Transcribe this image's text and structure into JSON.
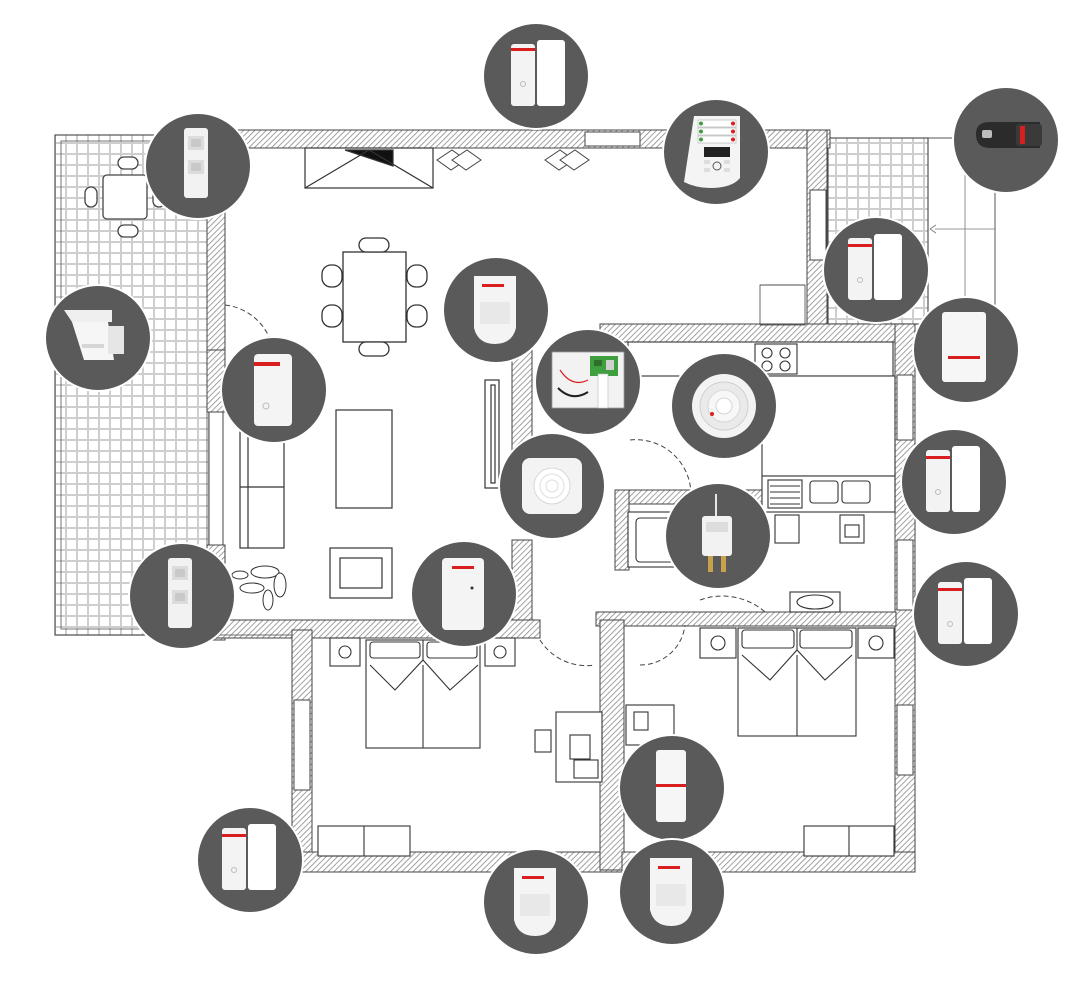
{
  "colors": {
    "background": "#ffffff",
    "wall_hatch": "#9a9a9a",
    "wall_outline": "#444444",
    "terrace_tile": "#c8c8c8",
    "device_badge": "#5a5a5a",
    "device_body": "#f3f3f3",
    "device_accent_red": "#d81e1e",
    "panel_board_green": "#3f9f3f"
  },
  "floor_plan": {
    "rooms": [
      "terrace-left",
      "terrace-right",
      "living-dining-room",
      "kitchen",
      "bathroom",
      "bedroom-left",
      "bedroom-right",
      "corridor"
    ]
  },
  "devices": [
    {
      "id": "dev-1",
      "name": "door-window-contact-top",
      "icon": "door-window-contact-icon"
    },
    {
      "id": "dev-2",
      "name": "keypad",
      "icon": "keypad-icon",
      "keypad_lines": [
        "",
        "",
        ""
      ]
    },
    {
      "id": "dev-3",
      "name": "outdoor-siren-wall",
      "icon": "wall-siren-icon"
    },
    {
      "id": "dev-4",
      "name": "outdoor-curtain-detector-terrace",
      "icon": "curtain-detector-icon"
    },
    {
      "id": "dev-5",
      "name": "outdoor-motion-detector-terrace",
      "icon": "outdoor-detector-icon"
    },
    {
      "id": "dev-6",
      "name": "door-window-contact-living",
      "icon": "door-window-contact-icon"
    },
    {
      "id": "dev-7",
      "name": "motion-detector-living",
      "icon": "motion-detector-icon"
    },
    {
      "id": "dev-8",
      "name": "control-panel",
      "icon": "control-panel-icon"
    },
    {
      "id": "dev-9",
      "name": "smoke-detector",
      "icon": "smoke-detector-icon"
    },
    {
      "id": "dev-10",
      "name": "indoor-siren",
      "icon": "indoor-siren-icon"
    },
    {
      "id": "dev-11",
      "name": "door-window-contact-right-terrace",
      "icon": "door-window-contact-icon"
    },
    {
      "id": "dev-12",
      "name": "outdoor-siren",
      "icon": "outdoor-siren-icon"
    },
    {
      "id": "dev-13",
      "name": "door-window-contact-kitchen",
      "icon": "door-window-contact-icon"
    },
    {
      "id": "dev-14",
      "name": "water-leak-sensor",
      "icon": "leak-sensor-icon"
    },
    {
      "id": "dev-15",
      "name": "door-window-contact-bathroom",
      "icon": "door-window-contact-icon"
    },
    {
      "id": "dev-16",
      "name": "curtain-detector-living",
      "icon": "curtain-detector-icon"
    },
    {
      "id": "dev-17",
      "name": "motion-detector-hall",
      "icon": "motion-detector-icon"
    },
    {
      "id": "dev-18",
      "name": "door-window-contact-bedroom-left",
      "icon": "door-window-contact-icon"
    },
    {
      "id": "dev-19",
      "name": "motion-detector-bedroom-left",
      "icon": "motion-detector-icon"
    },
    {
      "id": "dev-20",
      "name": "glass-break-detector-bedroom-right",
      "icon": "slim-detector-icon"
    },
    {
      "id": "dev-21",
      "name": "motion-detector-bedroom-right",
      "icon": "motion-detector-icon"
    }
  ]
}
